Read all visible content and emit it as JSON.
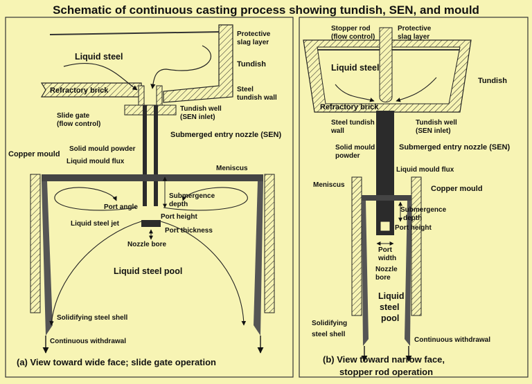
{
  "title": "Schematic of continuous casting process showing tundish, SEN, and mould",
  "colors": {
    "background": "#f7f4b4",
    "ink": "#111111",
    "steel": "#3a3a3a"
  },
  "panel_a": {
    "labels": {
      "protective_slag": [
        "Protective",
        "slag layer"
      ],
      "liquid_steel": "Liquid steel",
      "tundish": "Tundish",
      "steel_tundish_wall": [
        "Steel",
        "tundish wall"
      ],
      "refractory_brick": "Refractory brick",
      "slide_gate": [
        "Slide gate",
        "(flow control)"
      ],
      "tundish_well": [
        "Tundish well",
        "(SEN inlet)"
      ],
      "sen": "Submerged entry nozzle (SEN)",
      "copper_mould": "Copper mould",
      "solid_mould_powder": "Solid mould powder",
      "liquid_mould_flux": "Liquid mould flux",
      "meniscus": "Meniscus",
      "submergence_depth": [
        "Submergence",
        "depth"
      ],
      "port_angle": "Port angle",
      "port_height": "Port height",
      "liquid_steel_jet": "Liquid steel jet",
      "port_thickness": "Port thickness",
      "nozzle_bore": "Nozzle bore",
      "liquid_steel_pool": "Liquid steel pool",
      "solidifying_shell": "Solidifying steel shell",
      "continuous_withdrawal": "Continuous withdrawal"
    },
    "caption": "(a) View toward wide face; slide gate operation"
  },
  "panel_b": {
    "labels": {
      "stopper_rod": [
        "Stopper rod",
        "(flow control)"
      ],
      "protective_slag": [
        "Protective",
        "slag layer"
      ],
      "liquid_steel": "Liquid steel",
      "tundish": "Tundish",
      "refractory_brick": "Refractory brick",
      "steel_tundish_wall": [
        "Steel tundish",
        "wall"
      ],
      "tundish_well": [
        "Tundish well",
        "(SEN inlet)"
      ],
      "solid_mould_powder": [
        "Solid mould",
        "powder"
      ],
      "sen": "Submerged entry nozzle (SEN)",
      "liquid_mould_flux": "Liquid mould flux",
      "meniscus": "Meniscus",
      "copper_mould": "Copper mould",
      "submergence_depth": [
        "Submergence",
        "depth"
      ],
      "port_height": "Port height",
      "port_width": [
        "Port",
        "width"
      ],
      "nozzle_bore": [
        "Nozzle",
        "bore"
      ],
      "liquid_steel_pool": [
        "Liquid",
        "steel",
        "pool"
      ],
      "solidifying_shell": [
        "Solidifying",
        "steel shell"
      ],
      "continuous_withdrawal": "Continuous withdrawal"
    },
    "caption": [
      "(b) View toward narrow face,",
      "stopper rod operation"
    ]
  }
}
